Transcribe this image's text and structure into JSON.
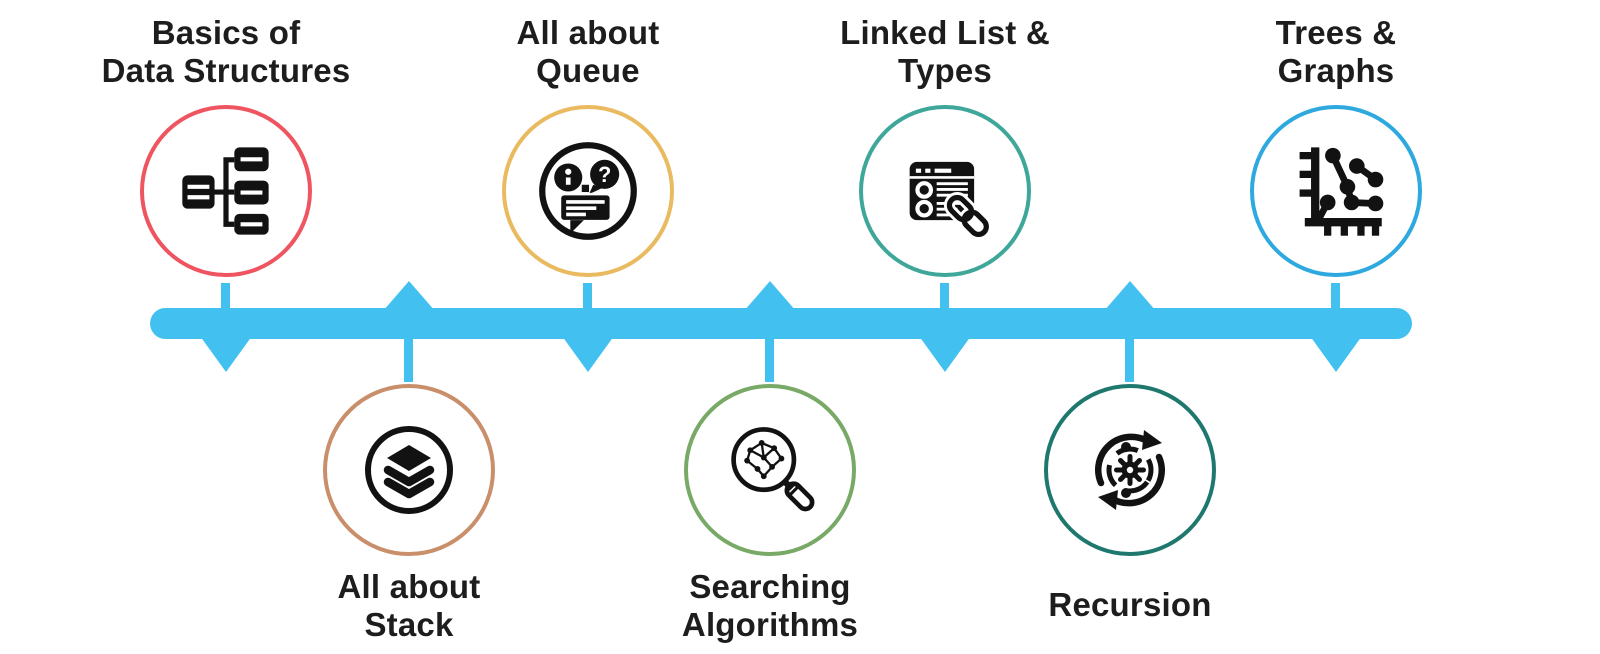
{
  "page": {
    "background": "#ffffff"
  },
  "timeline": {
    "color": "#42c1f1"
  },
  "text_color": "#1d1d1d",
  "icon_color": "#121212",
  "nodes": [
    {
      "label": "Basics of\nData Structures",
      "position": "top",
      "color": "#ef5560",
      "icon": "hierarchy-icon"
    },
    {
      "label": "All about\nQueue",
      "position": "top",
      "color": "#e9ba60",
      "icon": "faq-bubbles-icon"
    },
    {
      "label": "Linked List &\nTypes",
      "position": "top",
      "color": "#3fa79a",
      "icon": "browser-link-icon"
    },
    {
      "label": "Trees &\nGraphs",
      "position": "top",
      "color": "#2ea9e0",
      "icon": "graph-chart-icon"
    },
    {
      "label": "All about\nStack",
      "position": "bottom",
      "color": "#c98e6a",
      "icon": "layers-stack-icon"
    },
    {
      "label": "Searching\nAlgorithms",
      "position": "bottom",
      "color": "#78a966",
      "icon": "search-network-icon"
    },
    {
      "label": "Recursion",
      "position": "bottom",
      "color": "#1f786e",
      "icon": "recursion-loop-icon"
    }
  ]
}
